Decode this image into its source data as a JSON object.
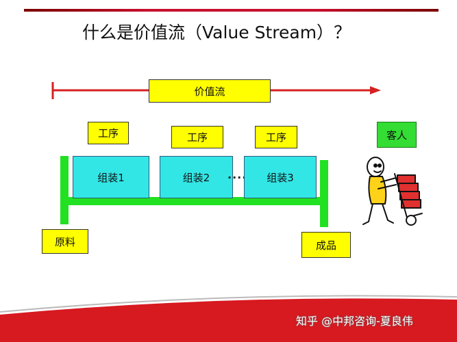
{
  "title": "什么是价值流（Value Stream）？",
  "value_stream_label": "价值流",
  "process_labels": [
    "工序",
    "工序",
    "工序"
  ],
  "assembly_labels": [
    "组装1",
    "组装2",
    "组装3"
  ],
  "ellipsis": "····",
  "customer_label": "客人",
  "raw_material_label": "原料",
  "finished_goods_label": "成品",
  "watermark": "知乎 @中邦咨询-夏良伟",
  "colors": {
    "arrow": "#d62020",
    "yellow": "#ffff00",
    "cyan": "#33e6e6",
    "green": "#22e022",
    "accent_band": "#d71920"
  }
}
